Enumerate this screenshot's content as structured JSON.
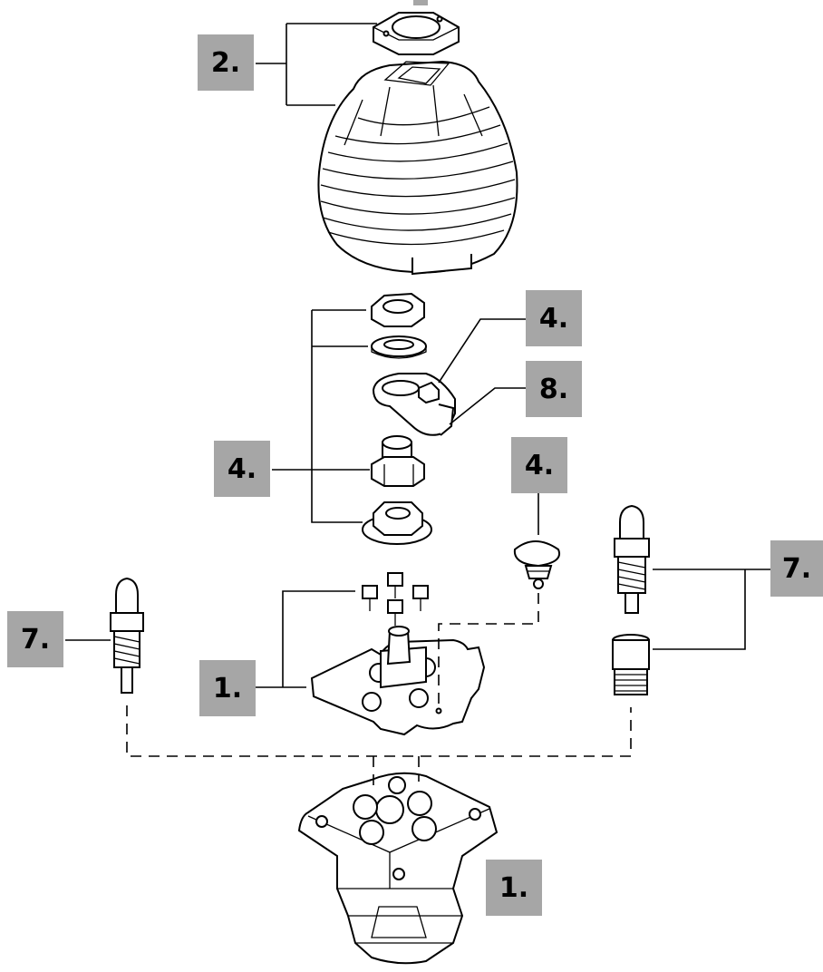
{
  "diagram": {
    "callouts": {
      "boot": "2.",
      "nut_stack": "4.",
      "plate_top": "4.",
      "actuator": "8.",
      "pushbutton": "4.",
      "spring_left": "7.",
      "spring_right": "7.",
      "gimbal": "1.",
      "base": "1."
    },
    "colors": {
      "callout_fill": "#a6a6a6",
      "line": "#000000",
      "background": "#ffffff"
    }
  }
}
